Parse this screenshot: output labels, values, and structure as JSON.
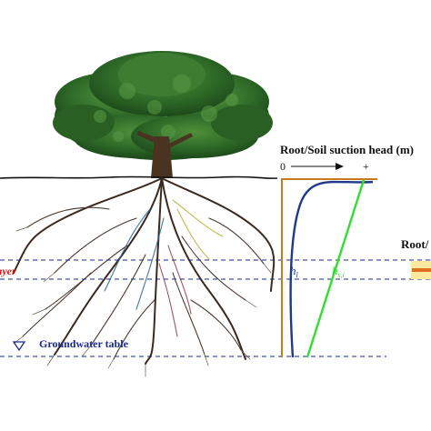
{
  "figure": {
    "profile_title": "Root/Soil suction head (m)",
    "axis_zero": "0",
    "axis_plus": "+",
    "root_layer_label": "layer",
    "groundwater_label": "Groundwater table",
    "curve_root_label": "h_l",
    "curve_soil_label": "h_s,i",
    "right_cut_label": "Root/",
    "colors": {
      "root_suction_curve": "#1f3a8a",
      "soil_suction_curve": "#33dd33",
      "profile_boundary": "#c87a20",
      "dashed_lines": "#1a2a8c",
      "root_layer_label": "#d11a1a",
      "groundwater_label": "#1a2a8c",
      "right_legend_swatch": "#e07020",
      "right_legend_fill": "#fde9a0"
    },
    "icons": [
      "tree-image",
      "water-table-triangle-icon"
    ]
  }
}
